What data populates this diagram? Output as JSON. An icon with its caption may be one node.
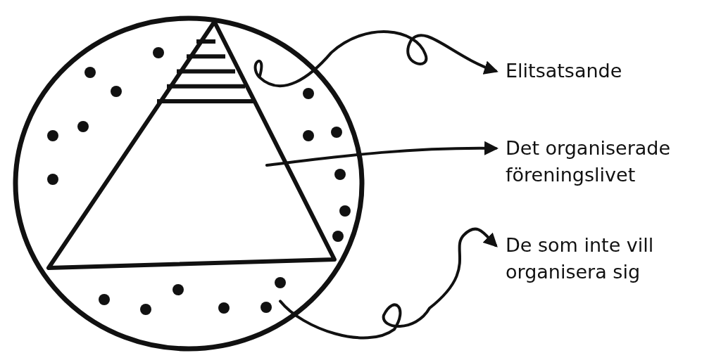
{
  "diagram": {
    "nodes": [
      {
        "text": [],
        "shape": "circle"
      },
      {
        "text": [],
        "shape": "triangle",
        "in": 0
      },
      {
        "text": [],
        "shape": "stripes",
        "in": 1
      },
      {
        "text": [
          "Elitsatsande"
        ]
      },
      {
        "text": [
          "Det organiserade föreningslivet"
        ]
      },
      {
        "text": [
          "De som inte vill organisera sig"
        ]
      }
    ],
    "edges": [
      {
        "from": 2,
        "to": 3,
        "arrow": "to"
      },
      {
        "from": 1,
        "to": 4,
        "arrow": "to"
      },
      {
        "from": 0,
        "to": 5,
        "arrow": "to"
      }
    ]
  }
}
